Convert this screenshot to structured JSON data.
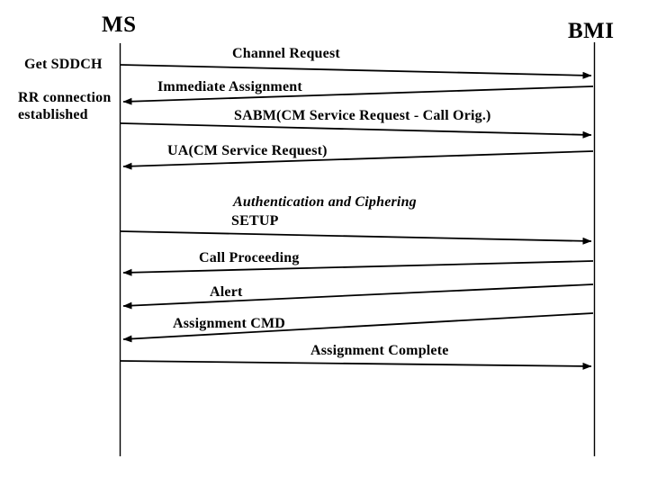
{
  "diagram": {
    "background": "#ffffff",
    "line_color": "#000000",
    "text_color": "#000000",
    "actors": {
      "left": {
        "label": "MS"
      },
      "right": {
        "label": "BMI"
      }
    },
    "side_notes": {
      "get_sddch": "Get SDDCH",
      "rr_connection": "RR connection established"
    },
    "messages": [
      {
        "label": "Channel Request",
        "from": "MS",
        "to": "BMI",
        "direction": "right"
      },
      {
        "label": "Immediate Assignment",
        "from": "BMI",
        "to": "MS",
        "direction": "left"
      },
      {
        "label": "SABM(CM Service Request - Call Orig.)",
        "from": "MS",
        "to": "BMI",
        "direction": "right"
      },
      {
        "label": "UA(CM Service Request)",
        "from": "BMI",
        "to": "MS",
        "direction": "left"
      },
      {
        "label": "Authentication and Ciphering",
        "direction": "none",
        "emphasis": "italic"
      },
      {
        "label": "SETUP",
        "from": "MS",
        "to": "BMI",
        "direction": "right"
      },
      {
        "label": "Call Proceeding",
        "from": "BMI",
        "to": "MS",
        "direction": "left"
      },
      {
        "label": "Alert",
        "from": "BMI",
        "to": "MS",
        "direction": "left"
      },
      {
        "label": "Assignment CMD",
        "from": "BMI",
        "to": "MS",
        "direction": "left"
      },
      {
        "label": "Assignment Complete",
        "from": "MS",
        "to": "BMI",
        "direction": "right"
      }
    ]
  }
}
